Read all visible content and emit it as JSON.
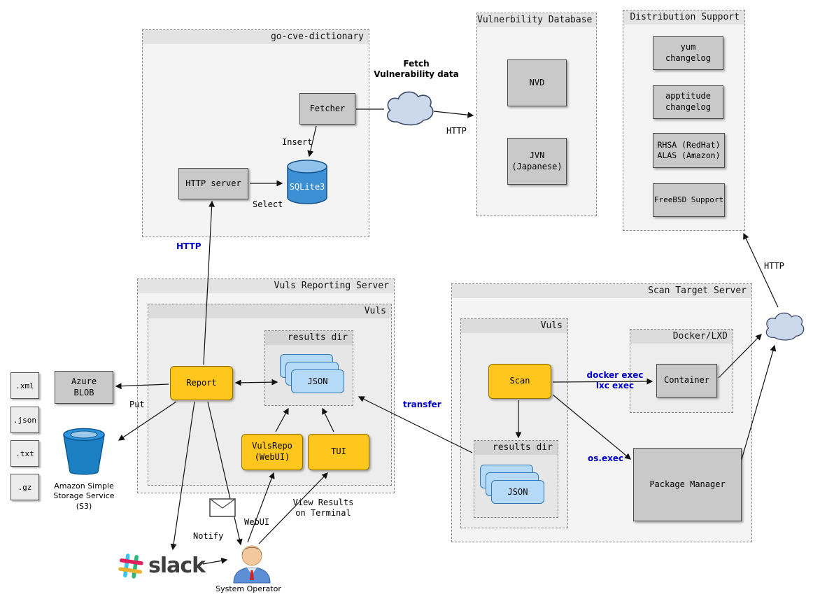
{
  "containers": {
    "go_cve_dictionary": {
      "title": "go-cve-dictionary"
    },
    "vulnerability_database": {
      "title": "Vulnerbility Database"
    },
    "distribution_support": {
      "title": "Distribution Support"
    },
    "vuls_reporting_server": {
      "title": "Vuls Reporting Server"
    },
    "reporting_vuls": {
      "title": "Vuls"
    },
    "reporting_results_dir": {
      "title": "results dir"
    },
    "scan_target_server": {
      "title": "Scan Target Server"
    },
    "scan_vuls": {
      "title": "Vuls"
    },
    "scan_results_dir": {
      "title": "results dir"
    },
    "docker_lxd": {
      "title": "Docker/LXD"
    }
  },
  "nodes": {
    "fetcher": {
      "label": "Fetcher"
    },
    "http_server": {
      "label": "HTTP server"
    },
    "sqlite3": {
      "label": "SQLite3"
    },
    "nvd": {
      "label": "NVD"
    },
    "jvn": {
      "label": "JVN\n(Japanese)"
    },
    "yum_changelog": {
      "label": "yum\nchangelog"
    },
    "apptitude_changelog": {
      "label": "apptitude\nchangelog"
    },
    "rhsa_alas": {
      "label": "RHSA (RedHat)\nALAS (Amazon)"
    },
    "freebsd_support": {
      "label": "FreeBSD Support"
    },
    "azure_blob": {
      "label": "Azure\nBLOB"
    },
    "report": {
      "label": "Report"
    },
    "vulsrepo": {
      "label": "VulsRepo\n(WebUI)"
    },
    "tui": {
      "label": "TUI"
    },
    "scan": {
      "label": "Scan"
    },
    "container": {
      "label": "Container"
    },
    "package_manager": {
      "label": "Package Manager"
    },
    "json_reporting": {
      "label": "JSON"
    },
    "json_scan": {
      "label": "JSON"
    }
  },
  "file_types": [
    ".xml",
    ".json",
    ".txt",
    ".gz"
  ],
  "icons": {
    "s3_bucket": {
      "label": "Amazon Simple\nStorage Service\n(S3)"
    },
    "slack": {
      "label": "slack"
    },
    "system_operator": {
      "label": "System Operator"
    },
    "email": {
      "name": "envelope-icon"
    }
  },
  "edge_labels": {
    "fetch_vulnerability_data": "Fetch\nVulnerability data",
    "http_to_db": "HTTP",
    "insert": "Insert",
    "select": "Select",
    "http_report": "HTTP",
    "put": "Put",
    "notify": "Notify",
    "webui": "WebUI",
    "view_results": "View Results\non Terminal",
    "transfer": "transfer",
    "docker_exec": "docker exec\nlxc exec",
    "os_exec": "os.exec",
    "http_dist": "HTTP"
  },
  "colors": {
    "accent_yellow": "#FFC61E",
    "node_gray": "#C9C9C9",
    "json_blue_fill": "#B5DAF8",
    "json_blue_border": "#3178B5",
    "edge_label_blue": "#0000CD",
    "s3_blue": "#1B7FC4",
    "sqlite_blue": "#3D8FD4",
    "cloud_fill": "#CCD9ED",
    "slack_blue": "#36C5F0",
    "slack_green": "#2EB67D",
    "slack_yellow": "#ECB22E",
    "slack_red": "#E01E5A"
  }
}
